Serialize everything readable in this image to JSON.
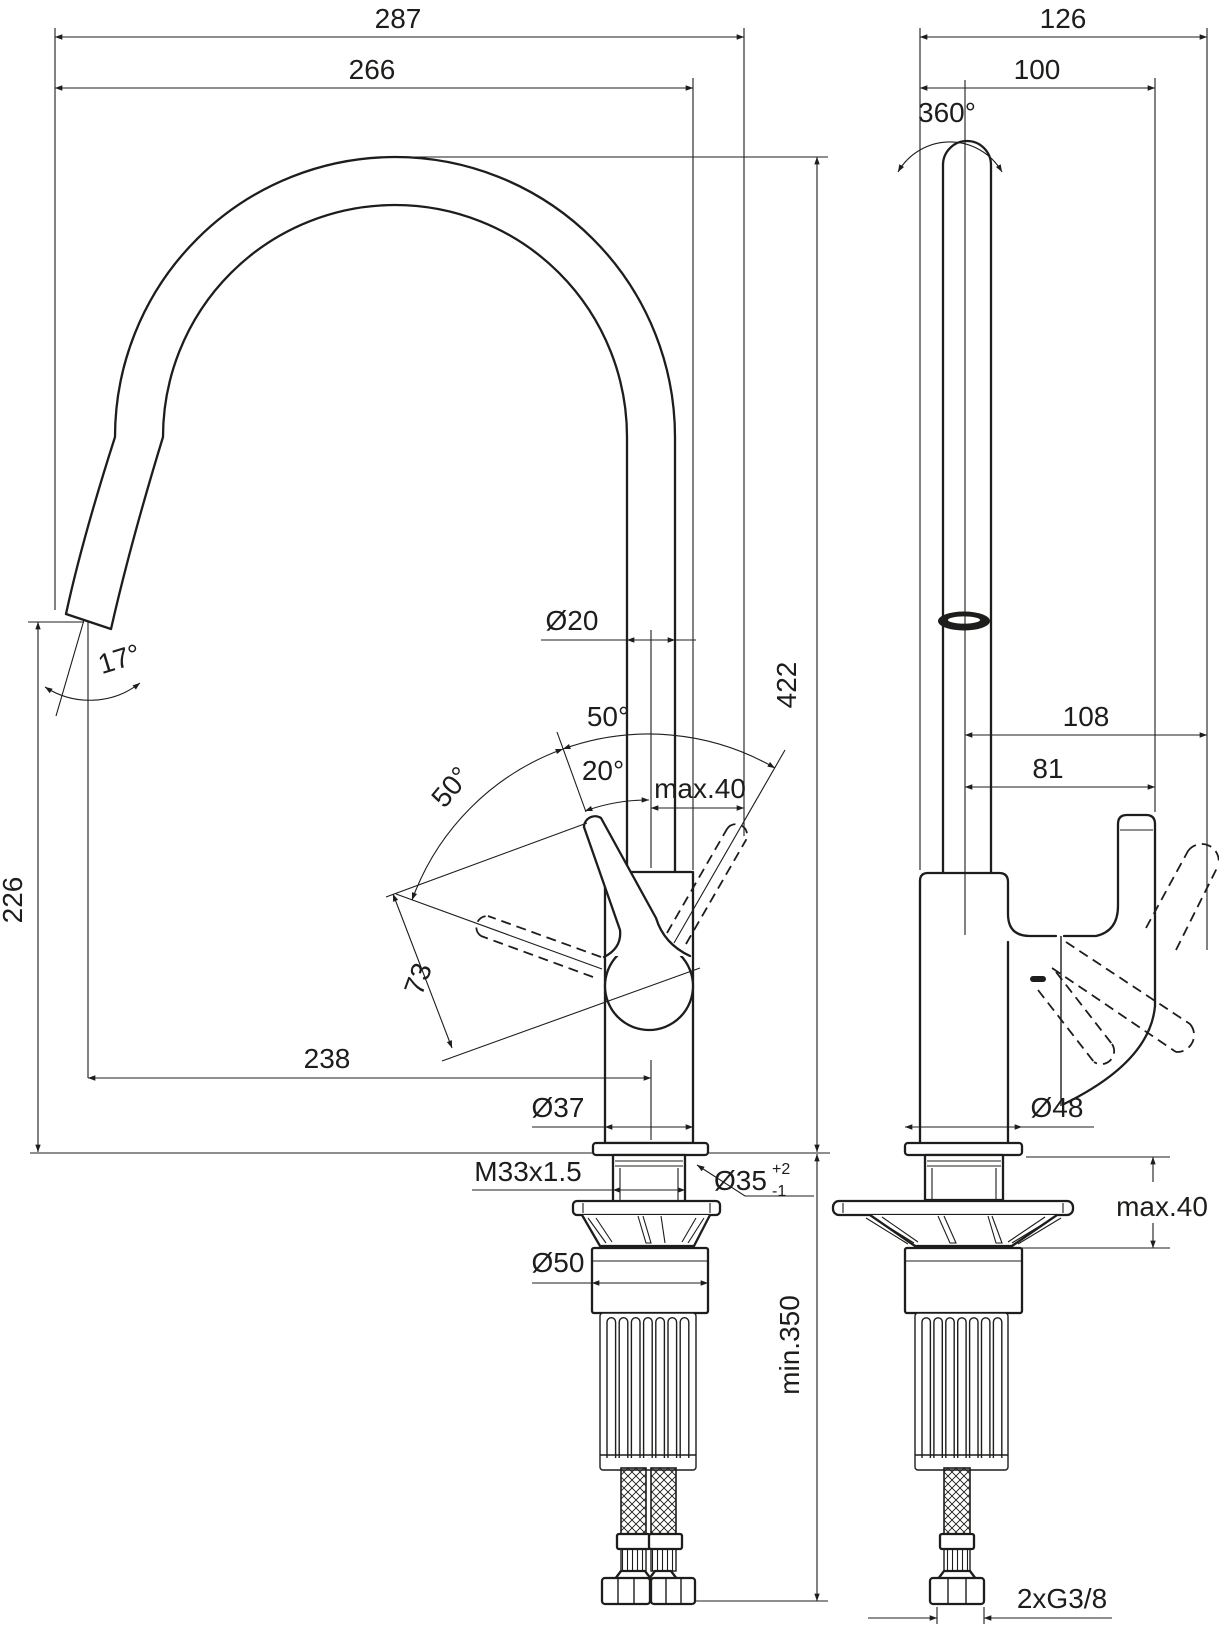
{
  "title": "Kitchen mixer technical drawing",
  "colors": {
    "ink": "#1d1d1b",
    "background": "#ffffff"
  },
  "labels": {
    "front": {
      "w287": "287",
      "w266": "266",
      "d20": "Ø20",
      "h422": "422",
      "h226": "226",
      "a17": "17°",
      "a50r": "50°",
      "a20": "20°",
      "max40": "max.40",
      "a50l": "50°",
      "l73": "73",
      "r238": "238",
      "d37": "Ø37",
      "m33": "M33x1.5",
      "d35": "Ø35",
      "d35p": "+2",
      "d35m": "-1",
      "d50": "Ø50",
      "min350": "min.350"
    },
    "side": {
      "w126": "126",
      "w100": "100",
      "a360": "360°",
      "r108": "108",
      "r81": "81",
      "d48": "Ø48",
      "max40": "max.40",
      "g38": "2xG3/8"
    }
  }
}
